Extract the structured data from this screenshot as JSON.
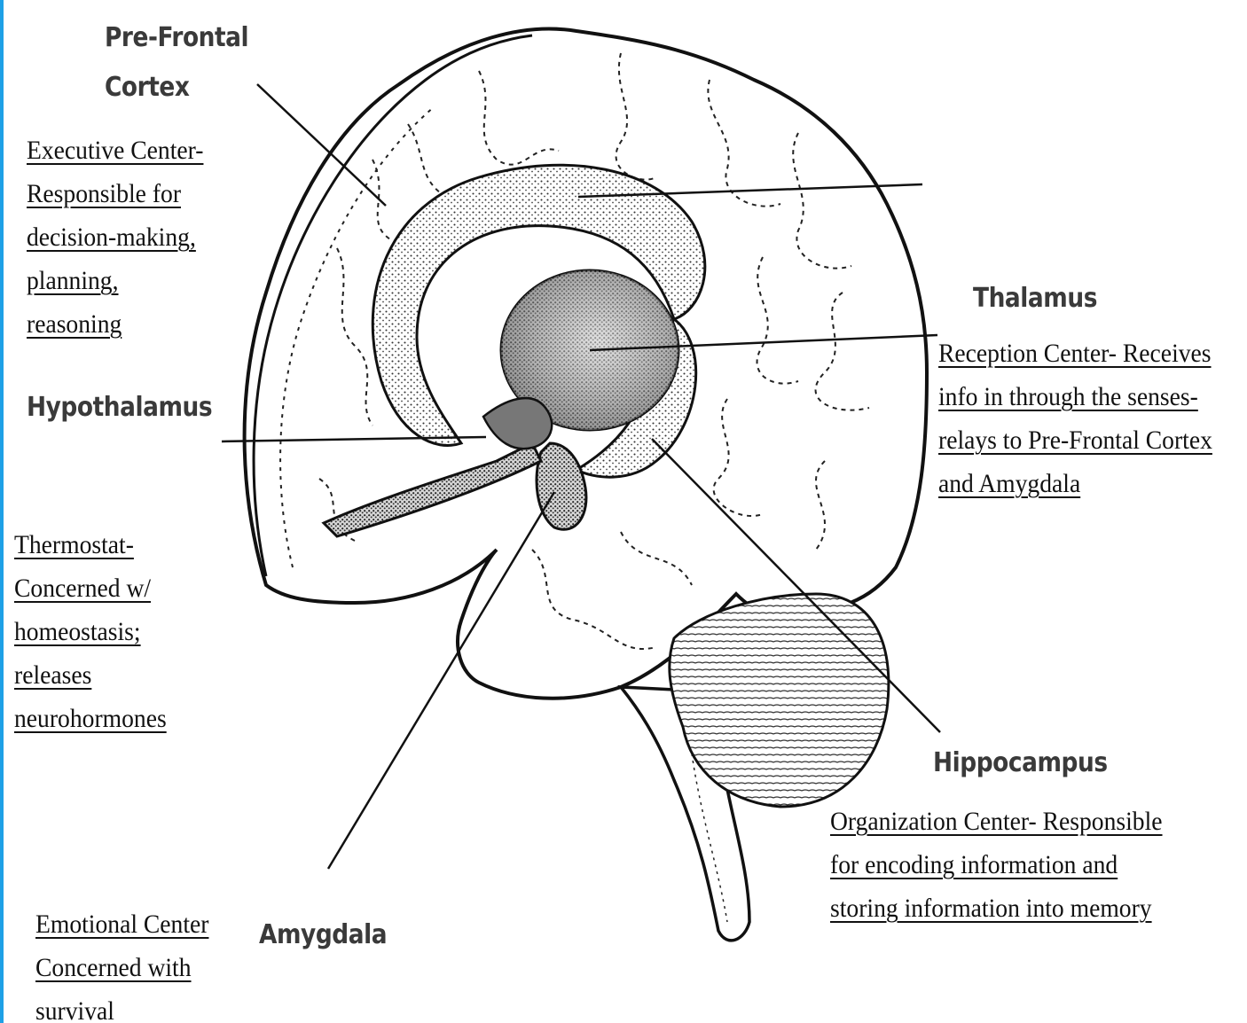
{
  "labels": {
    "prefrontal": {
      "title_lines": [
        "Pre-Frontal",
        "Cortex"
      ],
      "desc_lines": [
        "Executive Center-",
        "Responsible for",
        "decision-making,",
        "planning,",
        "reasoning"
      ]
    },
    "hypothalamus": {
      "title": "Hypothalamus",
      "desc_lines": [
        "Thermostat-",
        "Concerned  w/",
        "homeostasis;",
        "releases",
        "neurohormones"
      ]
    },
    "thalamus": {
      "title": "Thalamus",
      "desc_lines": [
        "Reception Center- Receives",
        "info in through the senses-",
        "relays to Pre-Frontal Cortex",
        "and Amygdala"
      ]
    },
    "hippocampus": {
      "title": "Hippocampus",
      "desc_lines": [
        "Organization Center- Responsible",
        "for encoding information and",
        "storing  information into memory"
      ]
    },
    "amygdala": {
      "title": "Amygdala",
      "desc_lines": [
        "Emotional Center",
        "Concerned  with",
        "survival"
      ]
    }
  },
  "colors": {
    "edge_accent": "#1ea0e6",
    "ink": "#1a1a1a",
    "shading": "#555555"
  }
}
